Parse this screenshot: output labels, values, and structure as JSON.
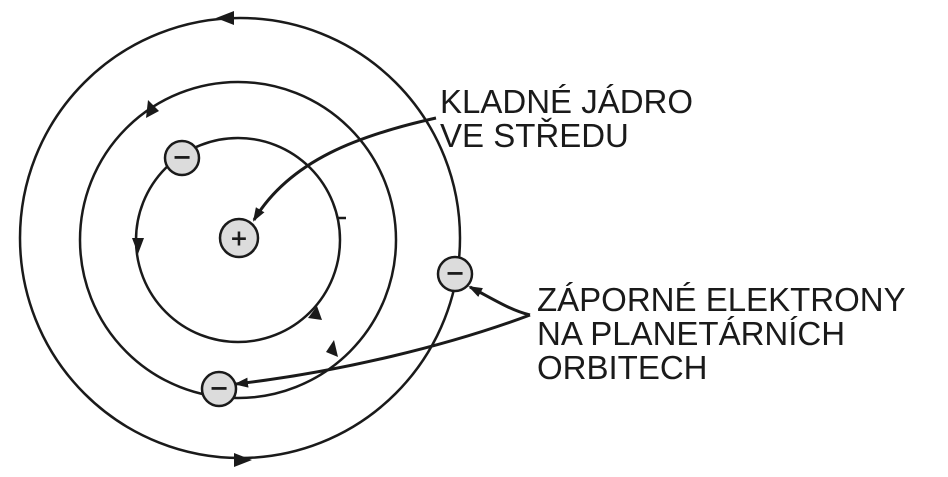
{
  "labels": {
    "nucleus": {
      "lines": [
        "KLADNÉ JÁDRO",
        "VE STŘEDU"
      ]
    },
    "electrons": {
      "lines": [
        "ZÁPORNÉ ELEKTRONY",
        "NA PLANETÁRNÍCH",
        "ORBITECH"
      ]
    }
  },
  "nucleus": {
    "charge": "+"
  },
  "electrons": [
    {
      "id": "inner-orbit-electron",
      "charge": "−"
    },
    {
      "id": "outer-orbit-electron",
      "charge": "−"
    },
    {
      "id": "bottom-electron",
      "charge": "−"
    }
  ],
  "colors": {
    "line": "#1a1a1a",
    "particle_fill": "#dcdcdc",
    "background": "#ffffff"
  }
}
